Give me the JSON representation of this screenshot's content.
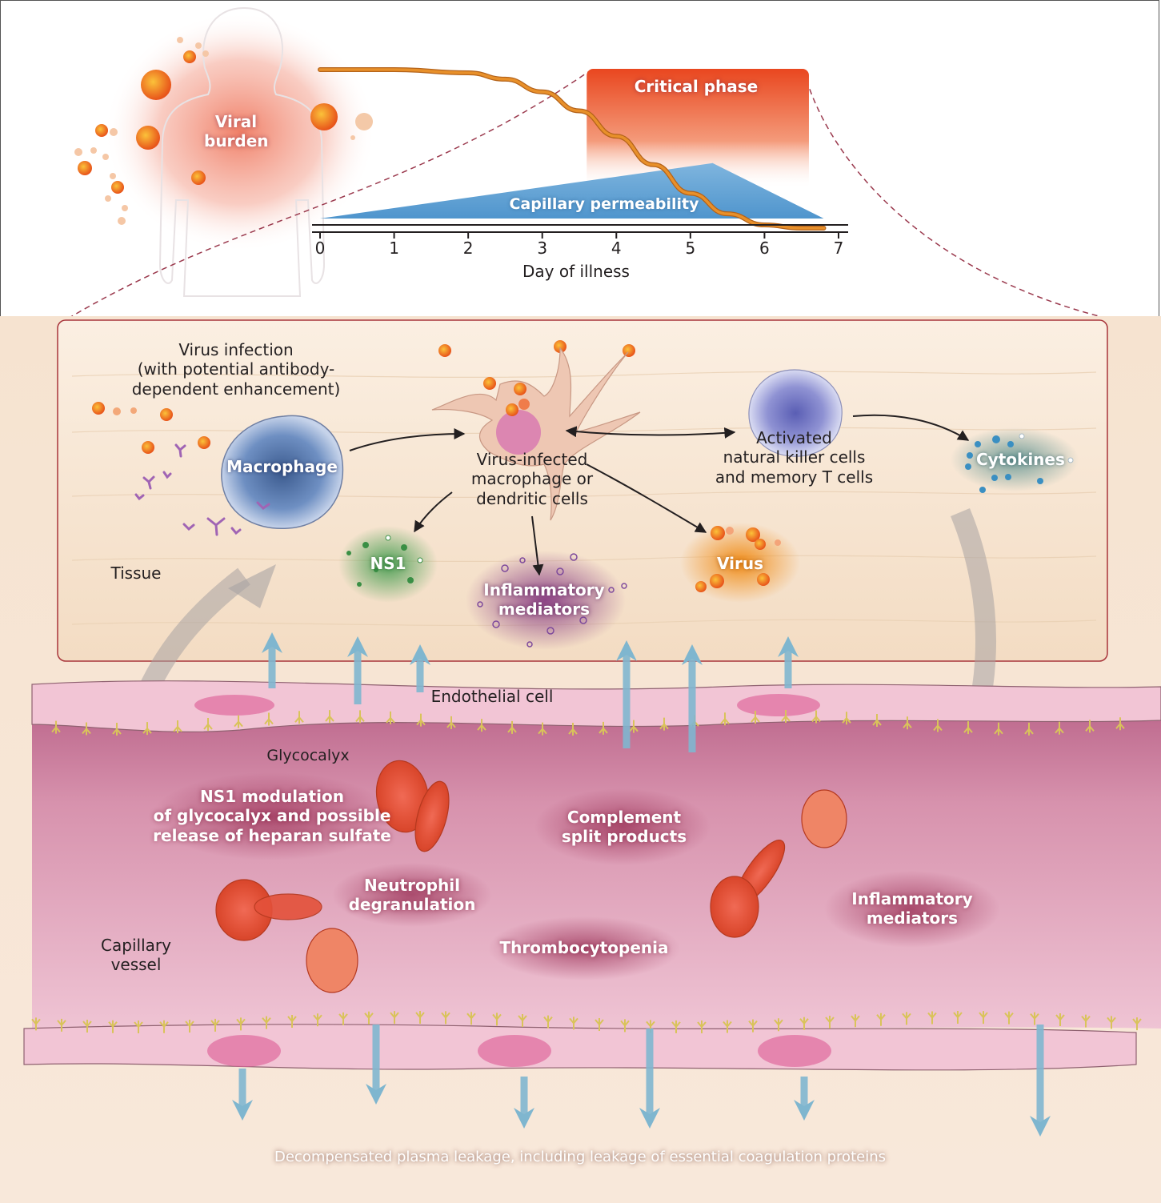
{
  "top": {
    "body_label": "Viral\nburden"
  },
  "chart_data": {
    "type": "area",
    "title": "",
    "xlabel": "Day of illness",
    "ylabel": "",
    "xlim": [
      0,
      7
    ],
    "x_ticks": [
      "0",
      "1",
      "2",
      "3",
      "4",
      "5",
      "6",
      "7"
    ],
    "grid": false,
    "series": [
      {
        "name": "Viral burden",
        "kind": "line",
        "color": "#e8902a",
        "x": [
          0,
          1,
          2,
          2.5,
          3,
          3.5,
          4,
          4.5,
          5,
          5.5,
          6,
          6.5,
          6.8
        ],
        "y": [
          1.0,
          1.0,
          0.98,
          0.94,
          0.86,
          0.74,
          0.58,
          0.4,
          0.22,
          0.09,
          0.02,
          0.0,
          0.0
        ]
      },
      {
        "name": "Capillary permeability",
        "kind": "area",
        "color": "#5ea4d6",
        "x": [
          0,
          5.3,
          6.8
        ],
        "y": [
          0.0,
          0.37,
          0.0
        ]
      }
    ],
    "bands": [
      {
        "name": "Critical phase",
        "x_start": 3.6,
        "x_end": 6.6,
        "color": "#ea4d23"
      }
    ]
  },
  "tissue": {
    "virus_infection": "Virus infection\n(with potential antibody-\ndependent enhancement)",
    "macrophage": "Macrophage",
    "infected_cells": "Virus-infected\nmacrophage or\ndendritic cells",
    "nk_cells": "Activated\nnatural killer cells\nand memory T cells",
    "cytokines": "Cytokines",
    "ns1": "NS1",
    "inflammatory_mediators": "Inflammatory\nmediators",
    "virus": "Virus",
    "tissue_label": "Tissue"
  },
  "vessel": {
    "endothelial_cell": "Endothelial cell",
    "glycocalyx": "Glycocalyx",
    "ns1_modulation": "NS1 modulation\nof glycocalyx and possible\nrelease of heparan sulfate",
    "complement": "Complement\nsplit products",
    "neutrophil": "Neutrophil\ndegranulation",
    "thrombocytopenia": "Thrombocytopenia",
    "inflammatory_mediators": "Inflammatory\nmediators",
    "capillary_vessel": "Capillary\nvessel"
  },
  "footer": {
    "leakage": "Decompensated plasma leakage, including leakage of essential coagulation proteins"
  },
  "colors": {
    "tissue_bg": "#f5dfc6",
    "vessel_pink": "#d98aa6",
    "box_border": "#a8343a",
    "arrow_blue": "#7fb6cf",
    "rbc_red": "#e0502f",
    "virus_orange": "#f0731f"
  }
}
